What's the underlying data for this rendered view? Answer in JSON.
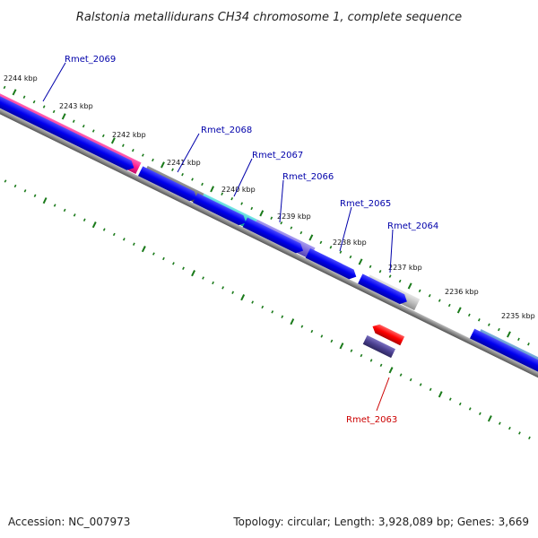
{
  "title": "Ralstonia metallidurans CH34 chromosome 1, complete sequence",
  "footer": {
    "accession": "Accession: NC_007973",
    "summary": "Topology: circular; Length: 3,928,089 bp; Genes: 3,669"
  },
  "ticks": [
    {
      "label": "2244 kbp"
    },
    {
      "label": "2243 kbp"
    },
    {
      "label": "2242 kbp"
    },
    {
      "label": "2241 kbp"
    },
    {
      "label": "2240 kbp"
    },
    {
      "label": "2239 kbp"
    },
    {
      "label": "2238 kbp"
    },
    {
      "label": "2237 kbp"
    },
    {
      "label": "2236 kbp"
    },
    {
      "label": "2235 kbp"
    }
  ],
  "genes": [
    {
      "label": "Rmet_2069",
      "color": "#ff1a8c"
    },
    {
      "label": "Rmet_2068",
      "color": "#666666"
    },
    {
      "label": "Rmet_2067",
      "color": "#22c4c4"
    },
    {
      "label": "Rmet_2066",
      "color": "#7b68d8"
    },
    {
      "label": "Rmet_2065",
      "color": "#bdbdbd"
    },
    {
      "label": "Rmet_2064",
      "color": "#4a7fb5"
    },
    {
      "label": "Rmet_2063",
      "color": "#4b4090"
    }
  ],
  "colors": {
    "gene_label": "#0000aa",
    "highlight_label": "#cc0000",
    "cds_arrow": "#0000ee",
    "highlight_arrow": "#ff0000",
    "backbone": "#888888",
    "tick": "#1a7a1a"
  }
}
